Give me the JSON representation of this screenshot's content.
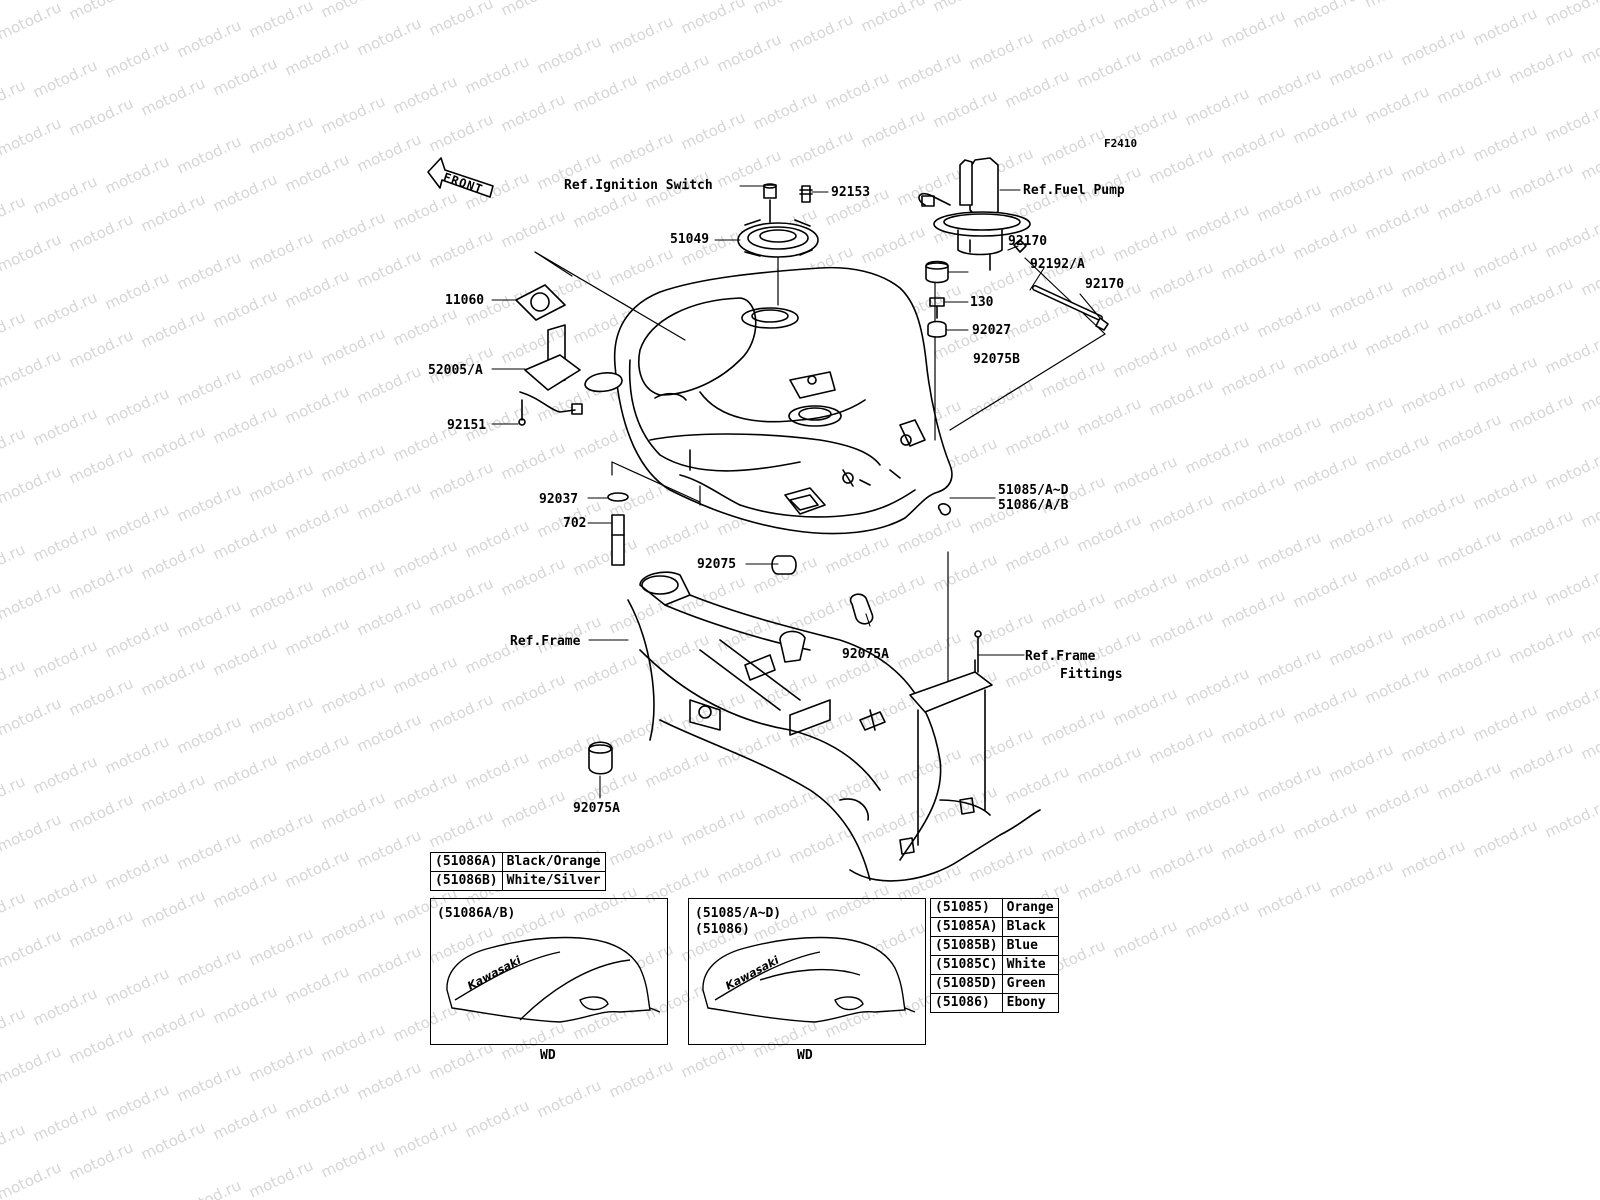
{
  "figure_code": "F2410",
  "front_label": "FRONT",
  "callouts": {
    "ref_ignition_switch": "Ref.Ignition Switch",
    "p92153": "92153",
    "ref_fuel_pump": "Ref.Fuel Pump",
    "p51049": "51049",
    "p92170_a": "92170",
    "p92192a": "92192/A",
    "p92170_b": "92170",
    "p11060": "11060",
    "p130": "130",
    "p92027": "92027",
    "p52005a": "52005/A",
    "p92075b": "92075B",
    "p92151": "92151",
    "p51085ad": "51085/A~D",
    "p51086ab": "51086/A/B",
    "p92037": "92037",
    "p702": "702",
    "p92075": "92075",
    "ref_frame": "Ref.Frame",
    "p92075a_a": "92075A",
    "ref_frame_fittings_1": "Ref.Frame",
    "ref_frame_fittings_2": "Fittings",
    "p92075a_b": "92075A"
  },
  "color_table_left": [
    {
      "code": "(51086A)",
      "color": "Black/Orange"
    },
    {
      "code": "(51086B)",
      "color": "White/Silver"
    }
  ],
  "color_table_right": [
    {
      "code": "(51085)",
      "color": "Orange"
    },
    {
      "code": "(51085A)",
      "color": "Black"
    },
    {
      "code": "(51085B)",
      "color": "Blue"
    },
    {
      "code": "(51085C)",
      "color": "White"
    },
    {
      "code": "(51085D)",
      "color": "Green"
    },
    {
      "code": "(51086)",
      "color": "Ebony"
    }
  ],
  "variant_left": {
    "title": "(51086A/B)",
    "caption": "WD"
  },
  "variant_right": {
    "title_1": "(51085/A~D)",
    "title_2": "(51086)",
    "caption": "WD"
  },
  "tank_brand": "Kawasaki",
  "watermark": "motod.ru",
  "colors": {
    "ink": "#000000",
    "watermark": "#d6d6d6",
    "background": "#ffffff"
  }
}
